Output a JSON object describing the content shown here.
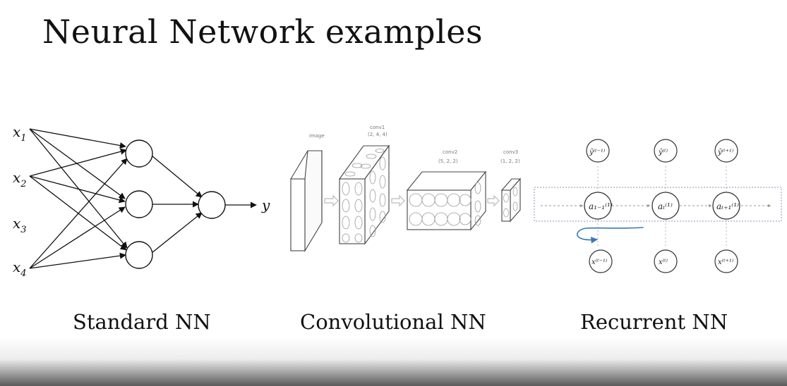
{
  "slide": {
    "title": "Neural Network examples"
  },
  "standard_nn": {
    "inputs": [
      {
        "base": "x",
        "sub": "1"
      },
      {
        "base": "x",
        "sub": "2"
      },
      {
        "base": "x",
        "sub": "3"
      },
      {
        "base": "x",
        "sub": "4"
      }
    ],
    "output": "y",
    "caption": "Standard NN"
  },
  "convolutional_nn": {
    "layer_labels": [
      {
        "name": "image",
        "dims": ""
      },
      {
        "name": "conv1",
        "dims": "(2, 4, 4)"
      },
      {
        "name": "conv2",
        "dims": "(5, 2, 2)"
      },
      {
        "name": "conv3",
        "dims": "(1, 2, 2)"
      }
    ],
    "caption": "Convolutional NN"
  },
  "recurrent_nn": {
    "outputs": [
      "ŷ⁽ᵗ⁻¹⁾",
      "ŷ⁽ᵗ⁾",
      "ŷ⁽ᵗ⁺¹⁾"
    ],
    "hidden": [
      "a₁₋₁⁽¹⁾",
      "aₜ⁽¹⁾",
      "aₜ₊₁⁽¹⁾"
    ],
    "inputs": [
      "x⁽ᵗ⁻¹⁾",
      "x⁽ᵗ⁾",
      "x⁽ᵗ⁺¹⁾"
    ],
    "annotation_color": "#3a78b5",
    "caption": "Recurrent NN"
  }
}
